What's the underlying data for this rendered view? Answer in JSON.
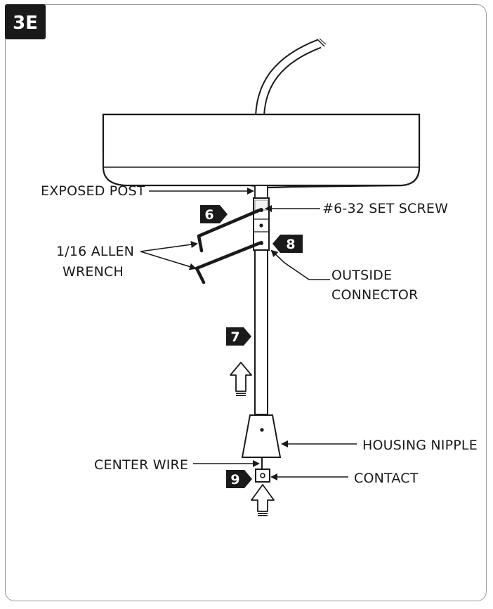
{
  "figure": {
    "badge": "3E"
  },
  "labels": {
    "exposed_post": "EXPOSED POST",
    "set_screw": "#6-32 SET SCREW",
    "allen_wrench_line1": "1/16 ALLEN",
    "allen_wrench_line2": "WRENCH",
    "outside_connector_line1": "OUTSIDE",
    "outside_connector_line2": "CONNECTOR",
    "housing_nipple": "HOUSING NIPPLE",
    "center_wire": "CENTER WIRE",
    "contact": "CONTACT"
  },
  "steps": {
    "step_6": "6",
    "step_7": "7",
    "step_8": "8",
    "step_9": "9"
  },
  "colors": {
    "ink": "#1a1a1a",
    "frame": "#9a9a9a",
    "badge_bg": "#1a1a1a"
  }
}
